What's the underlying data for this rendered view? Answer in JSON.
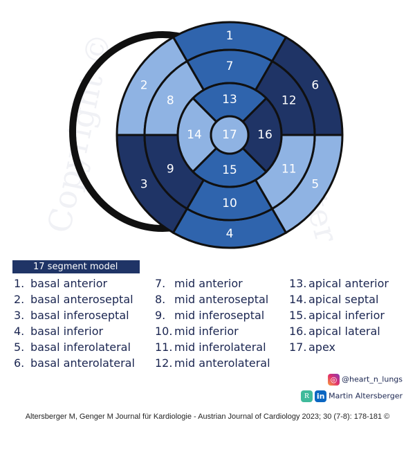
{
  "segment_colors": {
    "light": "#8fb3e3",
    "mid": "#2f64ad",
    "dark": "#1f3466",
    "outline": "#101010"
  },
  "segments": [
    {
      "id": 1,
      "label": "1",
      "shade": "mid"
    },
    {
      "id": 2,
      "label": "2",
      "shade": "light"
    },
    {
      "id": 3,
      "label": "3",
      "shade": "dark"
    },
    {
      "id": 4,
      "label": "4",
      "shade": "mid"
    },
    {
      "id": 5,
      "label": "5",
      "shade": "light"
    },
    {
      "id": 6,
      "label": "6",
      "shade": "dark"
    },
    {
      "id": 7,
      "label": "7",
      "shade": "mid"
    },
    {
      "id": 8,
      "label": "8",
      "shade": "light"
    },
    {
      "id": 9,
      "label": "9",
      "shade": "dark"
    },
    {
      "id": 10,
      "label": "10",
      "shade": "mid"
    },
    {
      "id": 11,
      "label": "11",
      "shade": "light"
    },
    {
      "id": 12,
      "label": "12",
      "shade": "dark"
    },
    {
      "id": 13,
      "label": "13",
      "shade": "mid"
    },
    {
      "id": 14,
      "label": "14",
      "shade": "light"
    },
    {
      "id": 15,
      "label": "15",
      "shade": "mid"
    },
    {
      "id": 16,
      "label": "16",
      "shade": "dark"
    },
    {
      "id": 17,
      "label": "17",
      "shade": "light"
    }
  ],
  "legend": {
    "title": "17 segment model",
    "columns": [
      [
        {
          "num": "1.",
          "text": "basal anterior"
        },
        {
          "num": "2.",
          "text": "basal anteroseptal"
        },
        {
          "num": "3.",
          "text": "basal inferoseptal"
        },
        {
          "num": "4.",
          "text": "basal inferior"
        },
        {
          "num": "5.",
          "text": "basal inferolateral"
        },
        {
          "num": "6.",
          "text": "basal anterolateral"
        }
      ],
      [
        {
          "num": "7.",
          "text": "mid anterior"
        },
        {
          "num": "8.",
          "text": "mid anteroseptal"
        },
        {
          "num": "9.",
          "text": "mid inferoseptal"
        },
        {
          "num": "10.",
          "text": "mid inferior"
        },
        {
          "num": "11.",
          "text": "mid inferolateral"
        },
        {
          "num": "12.",
          "text": "mid anterolateral"
        }
      ],
      [
        {
          "num": "13.",
          "text": "apical anterior"
        },
        {
          "num": "14.",
          "text": "apical septal"
        },
        {
          "num": "15.",
          "text": "apical inferior"
        },
        {
          "num": "16.",
          "text": "apical lateral"
        },
        {
          "num": "17.",
          "text": "apex"
        }
      ]
    ]
  },
  "social": {
    "instagram_handle": "@heart_n_lungs",
    "author_name": "Martin Altersberger",
    "instagram_icon": "instagram-icon",
    "research_icon": "research-icon",
    "linkedin_icon": "linkedin-icon"
  },
  "watermark": {
    "left_text": "Copyright ©",
    "right_text": "Alter"
  },
  "citation": "Altersberger M, Genger M Journal für Kardiologie - Austrian Journal of Cardiology 2023; 30 (7-8): 178-181 ©"
}
